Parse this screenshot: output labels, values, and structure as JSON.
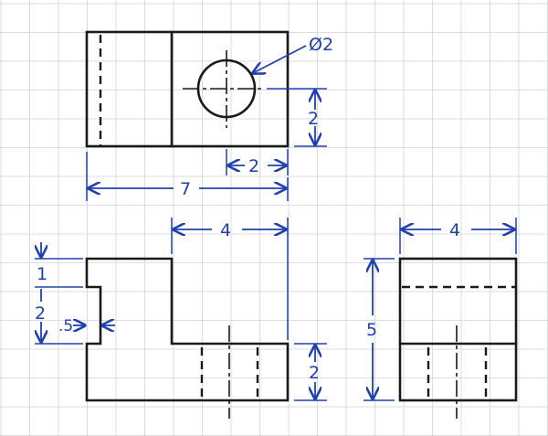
{
  "colors": {
    "object_line": "#1a1a1a",
    "dimension": "#2040b0",
    "grid": "#cfd3d8",
    "paper": "#ffffff"
  },
  "views": {
    "top": {
      "hole_callout": "Ø2",
      "dim_hole_offset_vertical": "2",
      "dim_hole_offset_horizontal": "2",
      "dim_overall_width": "7"
    },
    "front": {
      "dim_step_width": "4",
      "dim_notch_top": "1",
      "dim_notch_height": "2",
      "dim_notch_depth": ".5",
      "dim_base_height": "2"
    },
    "side": {
      "dim_width": "4",
      "dim_height": "5"
    }
  }
}
